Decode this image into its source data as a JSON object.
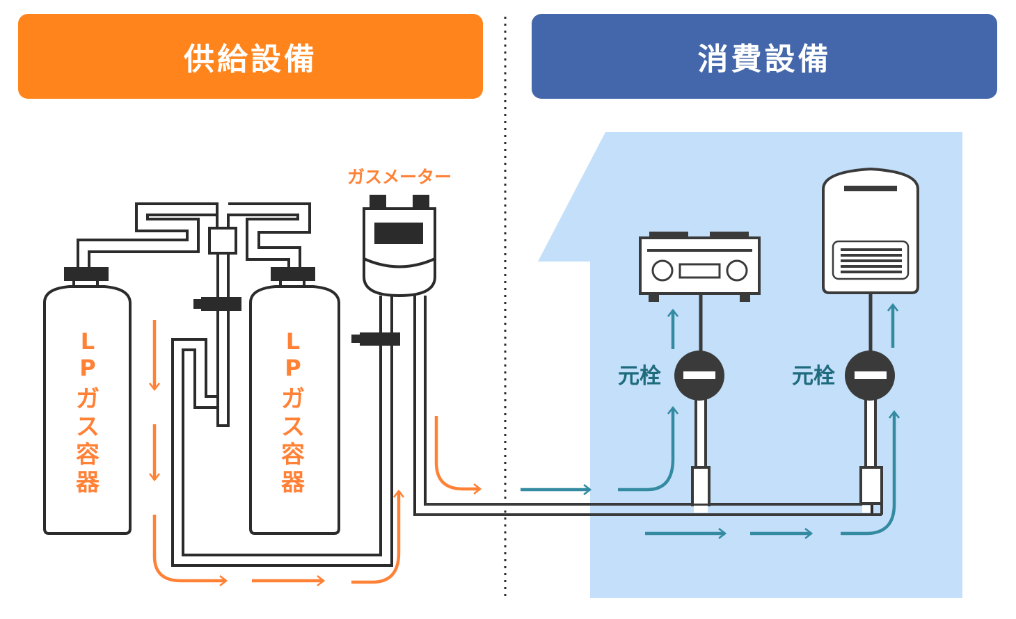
{
  "headers": {
    "supply": "供給設備",
    "consumption": "消費設備"
  },
  "labels": {
    "gas_meter": "ガスメーター",
    "cylinder_left": [
      "L",
      "P",
      "ガ",
      "ス",
      "容",
      "器"
    ],
    "cylinder_right": [
      "L",
      "P",
      "ガ",
      "ス",
      "容",
      "器"
    ],
    "main_valve_left": "元栓",
    "main_valve_right": "元栓"
  },
  "colors": {
    "supply_header": "#FF841C",
    "consumption_header": "#4367AA",
    "supply_flow_arrow": "#FF8136",
    "consumption_flow_arrow": "#348AA0",
    "valve_label": "#1F6B7D",
    "house_background": "#C3DFF9",
    "outline": "#2B2B2B"
  },
  "icons": {
    "cylinders": "lp-gas-cylinder-icon",
    "regulator": "pressure-regulator-icon",
    "meter": "gas-meter-icon",
    "stove": "gas-stove-icon",
    "water_heater": "water-heater-icon",
    "valve": "main-valve-icon"
  }
}
